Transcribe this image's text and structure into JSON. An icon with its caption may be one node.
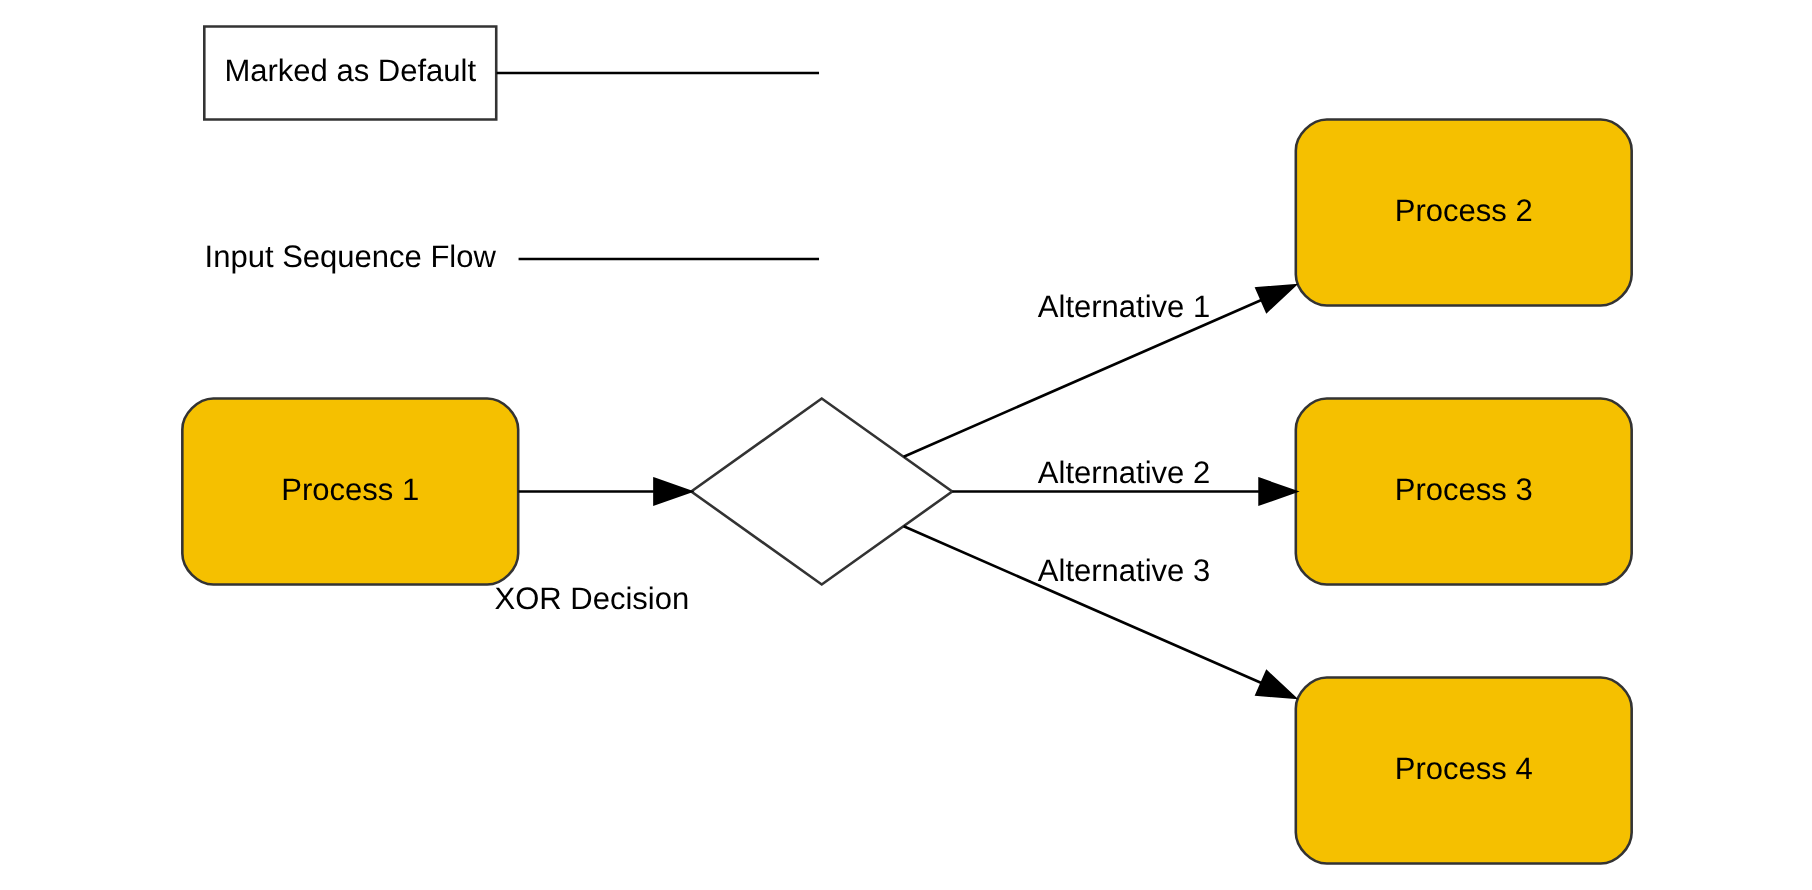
{
  "diagram": {
    "nodes": [
      {
        "text": [
          "Process 1"
        ]
      },
      {
        "text": [],
        "shape": "diamond",
        "beside": [
          "XOR Decision"
        ]
      },
      {
        "text": [
          "Process 2"
        ]
      },
      {
        "text": [
          "Process 3"
        ]
      },
      {
        "text": [
          "Process 4"
        ]
      },
      {
        "text": [
          "Input Sequence Flow"
        ]
      },
      {
        "text": [
          "Marked as Default"
        ]
      }
    ],
    "edges": [
      {
        "from": 0,
        "to": 1,
        "arrow": "to"
      },
      {
        "from": 1,
        "to": 2,
        "arrow": "to",
        "label": "Alternative 1"
      },
      {
        "from": 1,
        "to": 3,
        "arrow": "to",
        "label": "Alternative 2"
      },
      {
        "from": 1,
        "to": 4,
        "arrow": "to",
        "label": "Alternative 3"
      },
      {
        "from": 5,
        "to": null,
        "arrow": "none"
      },
      {
        "from": 6,
        "to": null,
        "arrow": "none"
      }
    ]
  }
}
